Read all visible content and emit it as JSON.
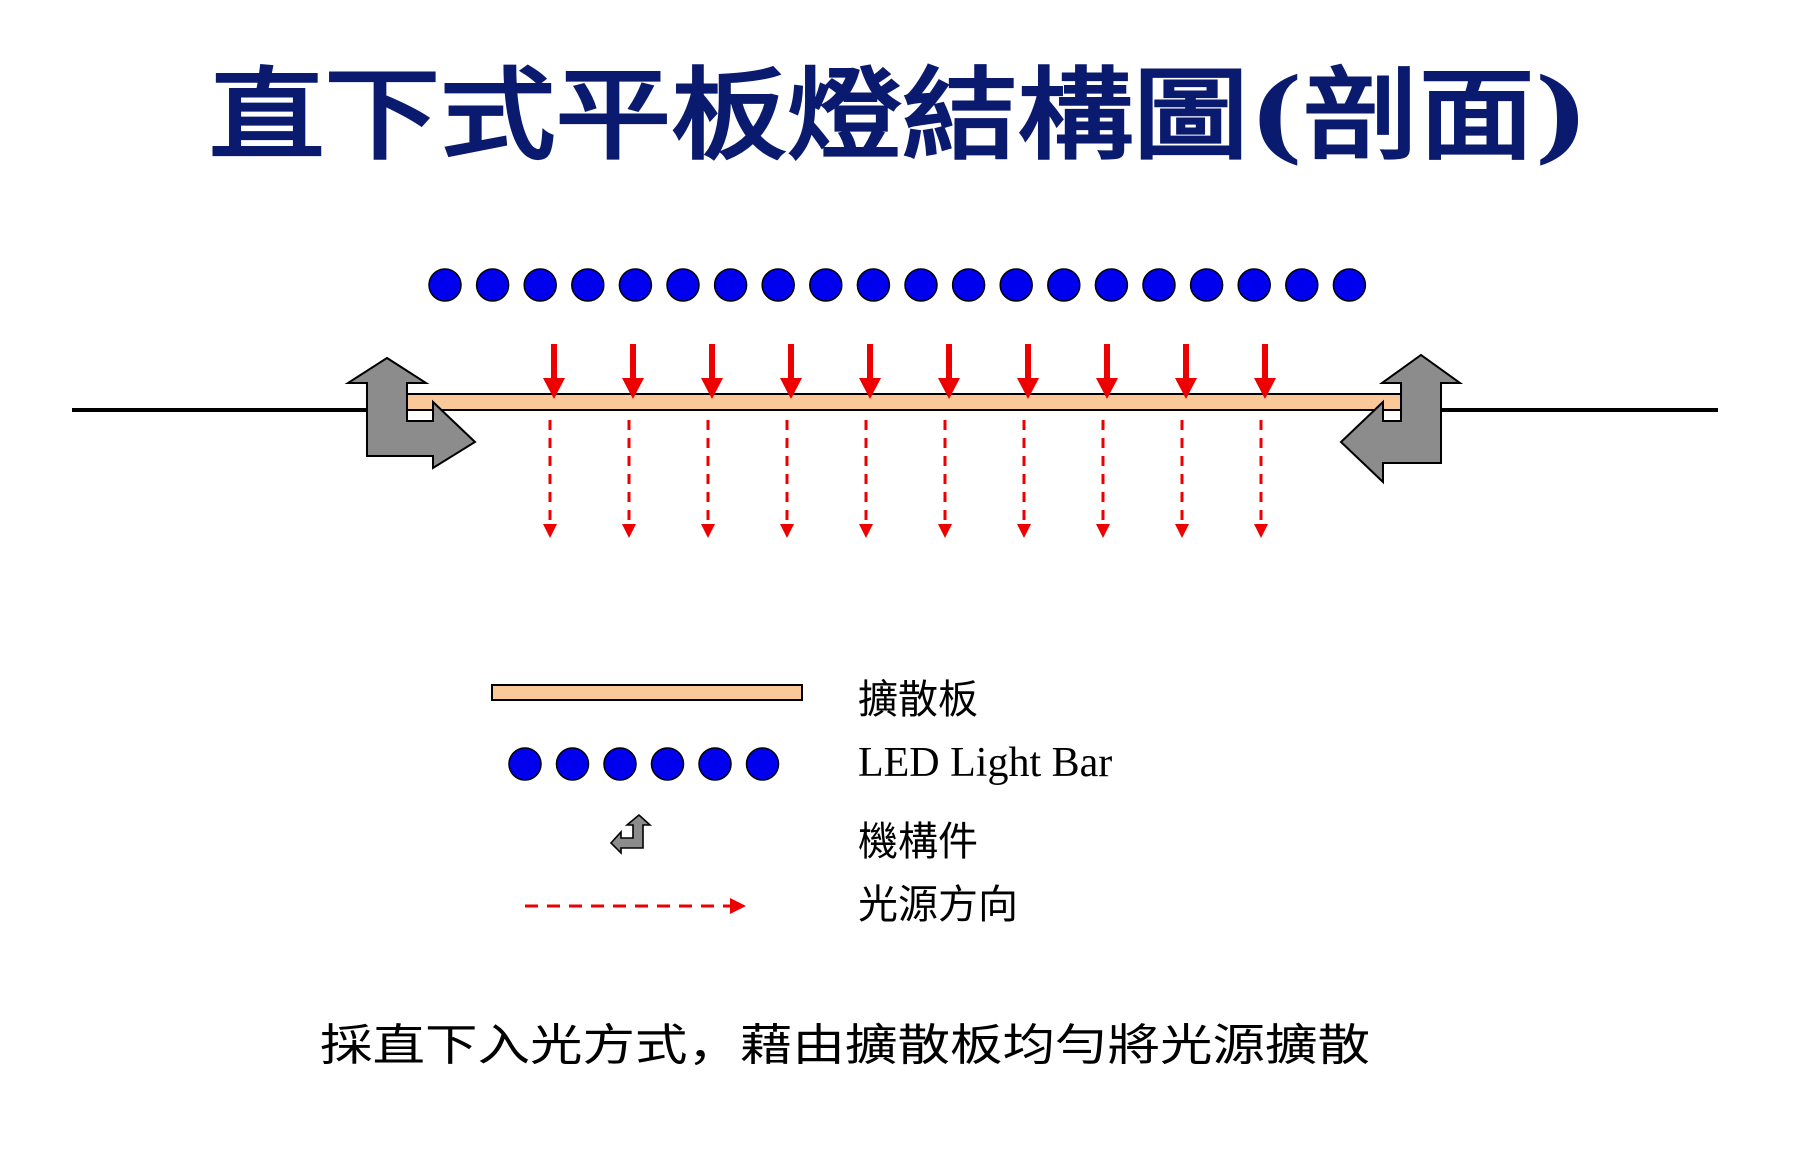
{
  "title": "直下式平板燈結構圖(剖面)",
  "led_count": 20,
  "down_arrow_count": 10,
  "legend": {
    "diffuser": "擴散板",
    "led": "LED Light Bar",
    "mechanism": "機構件",
    "light_direction": "光源方向"
  },
  "caption": "採直下入光方式，藉由擴散板均勻將光源擴散",
  "colors": {
    "title": "#0a1a6e",
    "led": "#0000ee",
    "diffuser_fill": "#fbc89a",
    "arrow_red": "#ee0000",
    "mechanism_fill": "#8c8c8c",
    "line": "#000000"
  }
}
